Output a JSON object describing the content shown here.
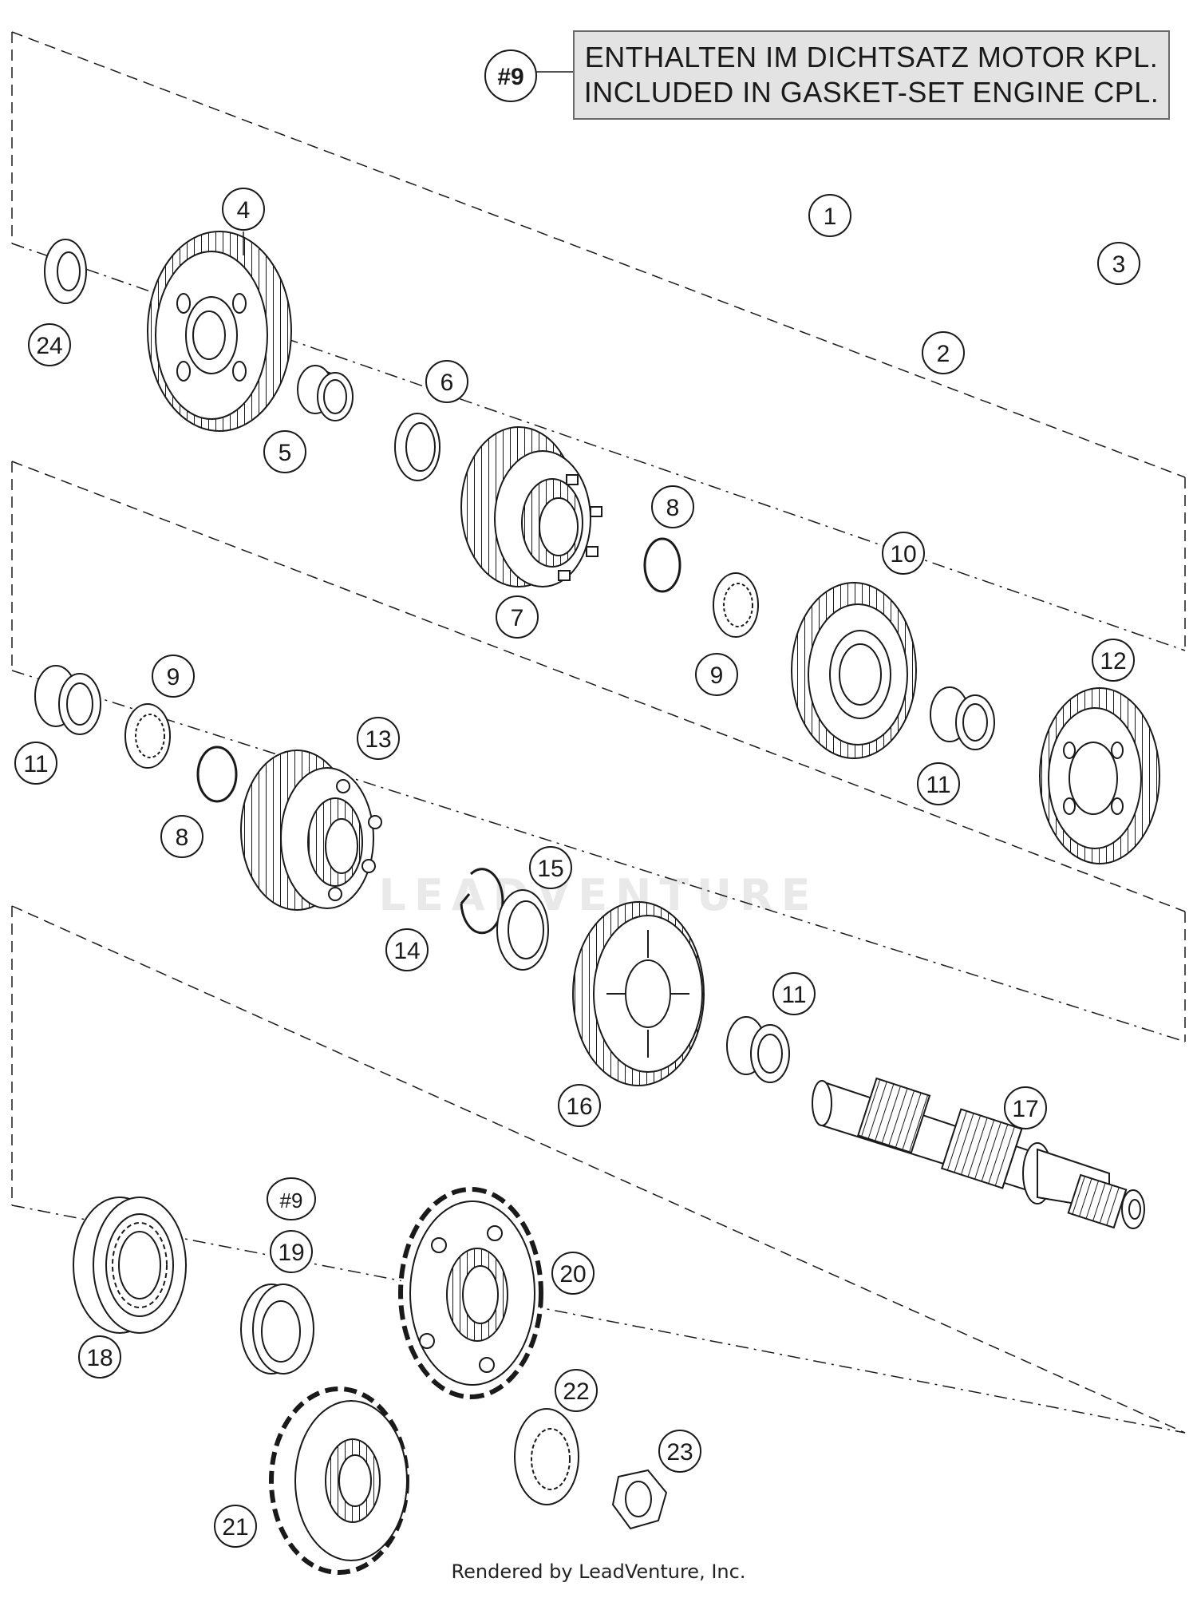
{
  "note": {
    "ref": "#9",
    "line_de": "ENTHALTEN IM DICHTSATZ MOTOR KPL.",
    "line_en": "INCLUDED IN GASKET-SET ENGINE CPL."
  },
  "callouts": {
    "c1": "1",
    "c2": "2",
    "c3": "3",
    "c4": "4",
    "c5": "5",
    "c6": "6",
    "c7": "7",
    "c8a": "8",
    "c8b": "8",
    "c9a": "9",
    "c9b": "9",
    "c10": "10",
    "c11a": "11",
    "c11b": "11",
    "c11c": "11",
    "c12": "12",
    "c13": "13",
    "c14": "14",
    "c15": "15",
    "c16": "16",
    "c17": "17",
    "c18": "18",
    "c19ref": "#9",
    "c19": "19",
    "c20": "20",
    "c21": "21",
    "c22": "22",
    "c23": "23",
    "c24": "24"
  },
  "watermark": "LEADVENTURE",
  "footer": "Rendered by LeadVenture, Inc.",
  "colors": {
    "line": "#1a1a1a",
    "note_bg": "#e3e3e3",
    "note_border": "#6a6a6a",
    "watermark": "#e9e9e9"
  }
}
